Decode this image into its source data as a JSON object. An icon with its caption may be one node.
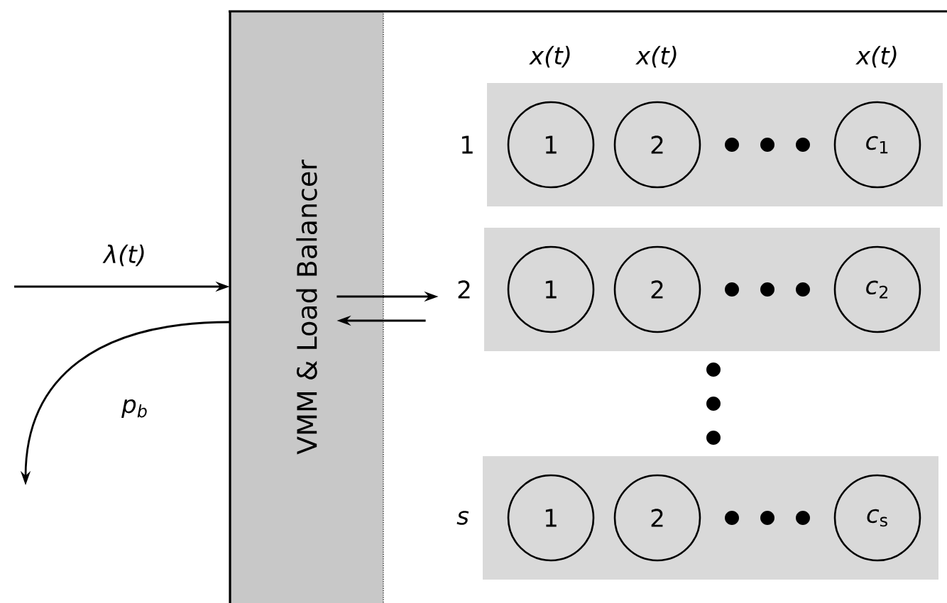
{
  "diagram": {
    "nodes": [
      {
        "text": [
          "VMM & Load Balancer"
        ]
      },
      {
        "text": [],
        "shape": "box",
        "beside": [
          "1"
        ]
      },
      {
        "text": [
          "1"
        ],
        "in": 1
      },
      {
        "text": [
          "2"
        ],
        "in": 1
      },
      {
        "text": [
          "*c*$_{1}$"
        ],
        "in": 1
      },
      {
        "text": [],
        "shape": "box",
        "beside": [
          "2"
        ]
      },
      {
        "text": [
          "1"
        ],
        "in": 5
      },
      {
        "text": [
          "2"
        ],
        "in": 5
      },
      {
        "text": [
          "*c*$_{2}$"
        ],
        "in": 5
      },
      {
        "text": [],
        "shape": "box",
        "beside": [
          "*s*"
        ]
      },
      {
        "text": [
          "1"
        ],
        "in": 9
      },
      {
        "text": [
          "2"
        ],
        "in": 9
      },
      {
        "text": [
          "*c*$_{s}$"
        ],
        "in": 9
      }
    ],
    "edges": [
      {
        "from": null,
        "to": 0,
        "arrow": "to",
        "label": "λ(t)"
      },
      {
        "from": 0,
        "to": null,
        "arrow": "to",
        "label": "p$_{b}$"
      },
      {
        "from": 0,
        "to": 5,
        "arrow": "to"
      },
      {
        "from": 5,
        "to": 0,
        "arrow": "to"
      }
    ],
    "labels": [
      "x(t)",
      "x(t)",
      "x(t)"
    ]
  }
}
